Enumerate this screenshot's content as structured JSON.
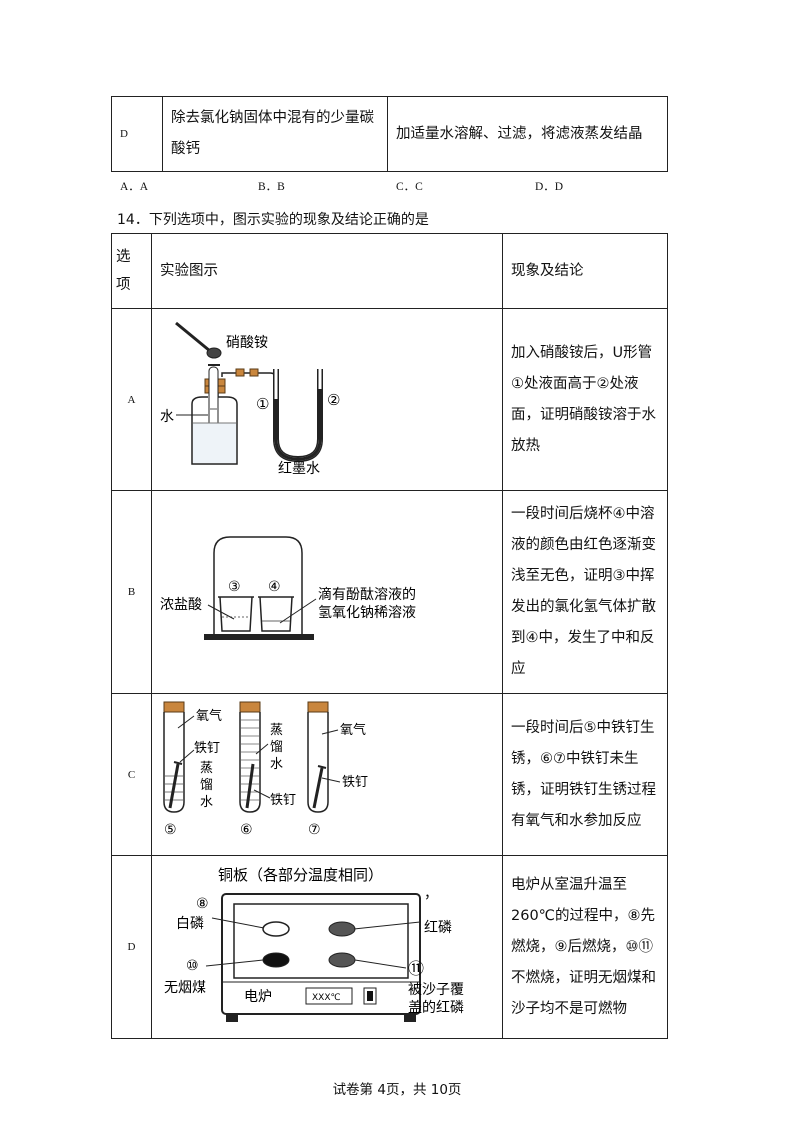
{
  "q13_last_row": {
    "option": "D",
    "task": "除去氯化钠固体中混有的少量碳酸钙",
    "method": "加适量水溶解、过滤，将滤液蒸发结晶"
  },
  "q13_choices": [
    "A．A",
    "B．B",
    "C．C",
    "D．D"
  ],
  "q14": {
    "stem": "14．下列选项中，图示实验的现象及结论正确的是",
    "headers": {
      "option": "选项",
      "figure": "实验图示",
      "conclusion": "现象及结论"
    },
    "rows": [
      {
        "option": "A",
        "conclusion": "加入硝酸铵后，U形管①处液面高于②处液面，证明硝酸铵溶于水放热",
        "figure_labels": {
          "reagent": "硝酸铵",
          "water": "水",
          "mark1": "①",
          "mark2": "②",
          "ink": "红墨水"
        }
      },
      {
        "option": "B",
        "conclusion": "一段时间后烧杯④中溶液的颜色由红色逐渐变浅至无色，证明③中挥发出的氯化氢气体扩散到④中，发生了中和反应",
        "figure_labels": {
          "acid": "浓盐酸",
          "mark3": "③",
          "mark4": "④",
          "solution_l1": "滴有酚酞溶液的",
          "solution_l2": "氢氧化钠稀溶液"
        }
      },
      {
        "option": "C",
        "conclusion": "一段时间后⑤中铁钉生锈，⑥⑦中铁钉未生锈，证明铁钉生锈过程有氧气和水参加反应",
        "figure_labels": {
          "oxygen": "氧气",
          "nail": "铁钉",
          "dw1": "蒸",
          "dw2": "馏",
          "dw3": "水",
          "mark5": "⑤",
          "mark6": "⑥",
          "mark7": "⑦"
        }
      },
      {
        "option": "D",
        "conclusion": "电炉从室温升温至260℃的过程中，⑧先燃烧，⑨后燃烧，⑩⑪不燃烧，证明无烟煤和沙子均不是可燃物",
        "figure_labels": {
          "plate": "铜板（各部分温度相同）",
          "mark8": "⑧",
          "white_p": "白磷",
          "mark9": "，",
          "red_p": "红磷",
          "mark10": "⑩",
          "coal": "无烟煤",
          "mark11": "⑪",
          "sand_l1": "被沙子覆",
          "sand_l2": "盖的红磷",
          "stove": "电炉",
          "display": "XXX℃"
        }
      }
    ]
  },
  "footer": "试卷第 4页，共 10页"
}
